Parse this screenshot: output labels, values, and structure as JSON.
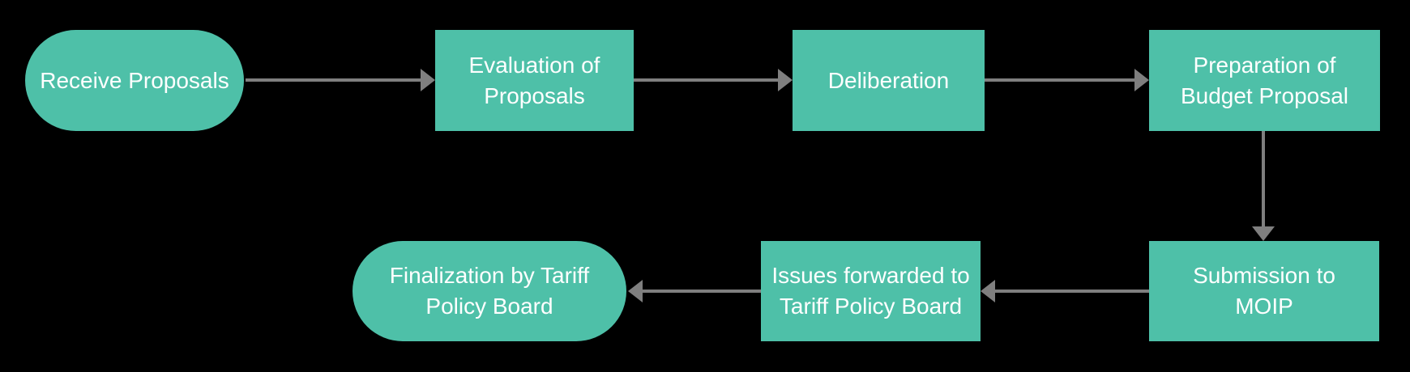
{
  "diagram": {
    "type": "flowchart",
    "background_color": "#000000",
    "colors": {
      "node_fill": "#4EC0A8",
      "node_text": "#ffffff",
      "connector": "#7f7f7f"
    },
    "nodes": [
      {
        "id": "receive",
        "shape": "stadium",
        "label": "Receive Proposals"
      },
      {
        "id": "evaluation",
        "shape": "rectangle",
        "label": "Evaluation of\nProposals"
      },
      {
        "id": "deliberation",
        "shape": "rectangle",
        "label": "Deliberation"
      },
      {
        "id": "preparation",
        "shape": "rectangle",
        "label": "Preparation of\nBudget Proposal"
      },
      {
        "id": "submission",
        "shape": "rectangle",
        "label": "Submission to\nMOIP"
      },
      {
        "id": "issues",
        "shape": "rectangle",
        "label": "Issues forwarded to\nTariff Policy Board"
      },
      {
        "id": "finalization",
        "shape": "stadium",
        "label": "Finalization by Tariff\nPolicy Board"
      }
    ],
    "edges": [
      {
        "from": "receive",
        "to": "evaluation",
        "direction": "right"
      },
      {
        "from": "evaluation",
        "to": "deliberation",
        "direction": "right"
      },
      {
        "from": "deliberation",
        "to": "preparation",
        "direction": "right"
      },
      {
        "from": "preparation",
        "to": "submission",
        "direction": "down"
      },
      {
        "from": "submission",
        "to": "issues",
        "direction": "left"
      },
      {
        "from": "issues",
        "to": "finalization",
        "direction": "left"
      }
    ]
  }
}
